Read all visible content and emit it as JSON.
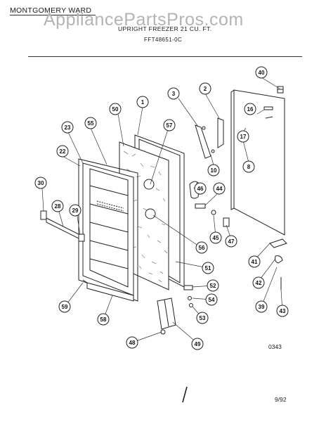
{
  "header": {
    "brand": "MONTGOMERY WARD",
    "title": "UPRIGHT FREEZER 21 CU. FT.",
    "model": "FFT48651-0C"
  },
  "watermark": "AppliancePartsPros.com",
  "footer": {
    "diagram_code": "0343",
    "date": "9/92"
  },
  "callouts": [
    "40",
    "2",
    "3",
    "16",
    "1",
    "50",
    "57",
    "55",
    "23",
    "17",
    "22",
    "8",
    "10",
    "30",
    "46",
    "44",
    "28",
    "29",
    "45",
    "47",
    "56",
    "41",
    "51",
    "42",
    "52",
    "59",
    "39",
    "43",
    "54",
    "58",
    "53",
    "48",
    "49"
  ]
}
